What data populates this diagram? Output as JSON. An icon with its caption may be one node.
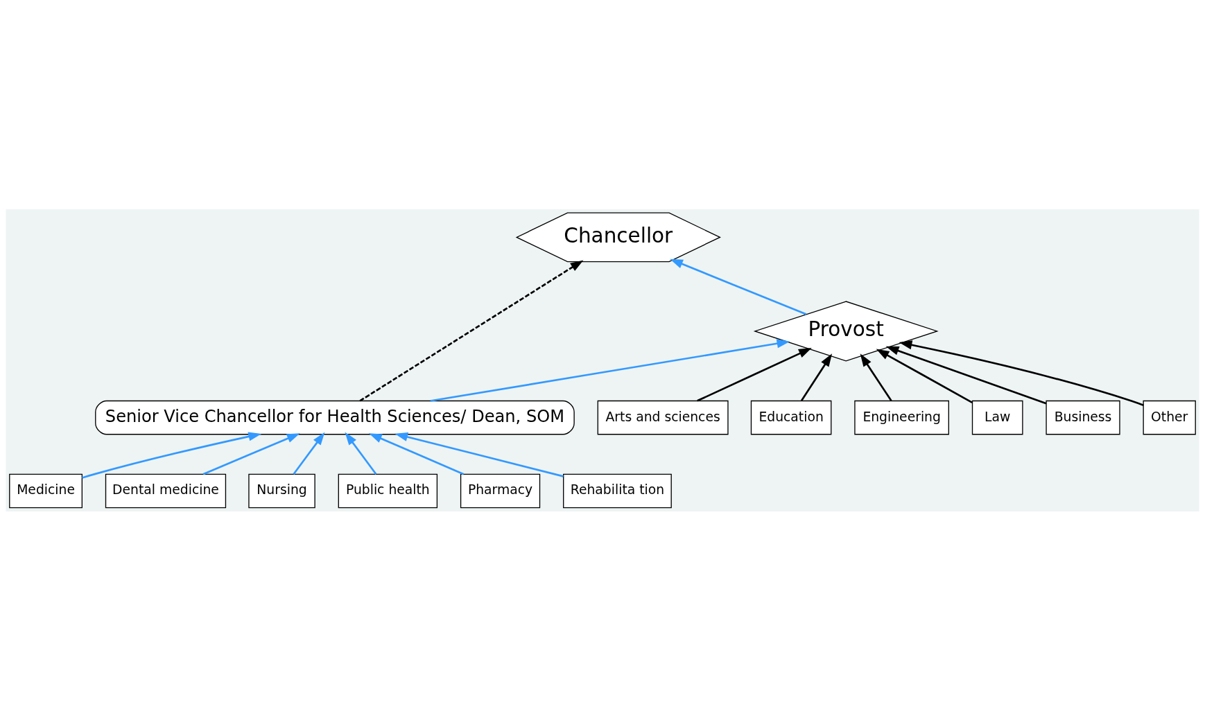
{
  "diagram": {
    "nodes": [
      {
        "text": [
          "Chancellor"
        ]
      },
      {
        "text": [
          "Provost"
        ]
      },
      {
        "text": [
          "Senior Vice Chancellor for Health Sciences/ Dean, SOM"
        ]
      },
      {
        "text": [
          "Arts and sciences"
        ]
      },
      {
        "text": [
          "Education"
        ]
      },
      {
        "text": [
          "Engineering"
        ]
      },
      {
        "text": [
          "Law"
        ]
      },
      {
        "text": [
          "Business"
        ]
      },
      {
        "text": [
          "Other"
        ]
      },
      {
        "text": [
          "Medicine"
        ]
      },
      {
        "text": [
          "Dental medicine"
        ]
      },
      {
        "text": [
          "Nursing"
        ]
      },
      {
        "text": [
          "Public health"
        ]
      },
      {
        "text": [
          "Pharmacy"
        ]
      },
      {
        "text": [
          "Rehabilita tion"
        ]
      }
    ],
    "edges": [
      {
        "from": 1,
        "to": 0,
        "arrow": "to"
      },
      {
        "from": 2,
        "to": 1,
        "arrow": "to"
      },
      {
        "from": 2,
        "to": 0,
        "arrow": "to",
        "style": "dashed",
        "color": "#000000"
      },
      {
        "from": 3,
        "to": 1,
        "arrow": "to",
        "color": "#000000"
      },
      {
        "from": 4,
        "to": 1,
        "arrow": "to",
        "color": "#000000"
      },
      {
        "from": 5,
        "to": 1,
        "arrow": "to",
        "color": "#000000"
      },
      {
        "from": 6,
        "to": 1,
        "arrow": "to",
        "color": "#000000"
      },
      {
        "from": 7,
        "to": 1,
        "arrow": "to",
        "color": "#000000"
      },
      {
        "from": 8,
        "to": 1,
        "arrow": "to",
        "color": "#000000"
      },
      {
        "from": 9,
        "to": 2,
        "arrow": "to"
      },
      {
        "from": 10,
        "to": 2,
        "arrow": "to"
      },
      {
        "from": 11,
        "to": 2,
        "arrow": "to"
      },
      {
        "from": 12,
        "to": 2,
        "arrow": "to"
      },
      {
        "from": 13,
        "to": 2,
        "arrow": "to"
      },
      {
        "from": 14,
        "to": 2,
        "arrow": "to"
      }
    ]
  }
}
